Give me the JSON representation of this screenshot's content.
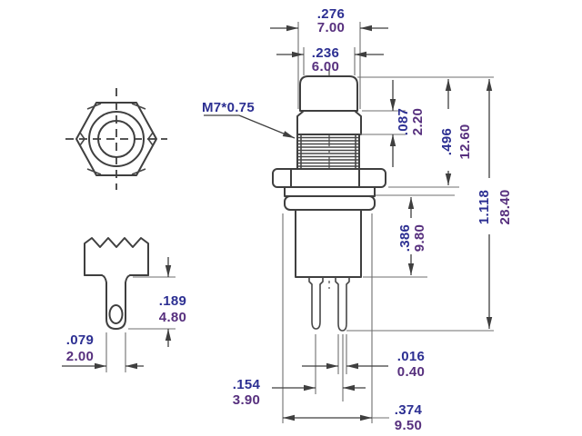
{
  "drawing": {
    "thread_callout": "M7*0.75",
    "units": [
      "inch",
      "mm"
    ],
    "colors": {
      "line": "#3f3f3f",
      "extension_line": "#6f6f6f",
      "inch_text": "#2c2f92",
      "mm_text": "#57307e",
      "background": "#ffffff"
    },
    "dims": {
      "bushing_width": {
        "inch": ".276",
        "mm": "7.00"
      },
      "cap_width": {
        "inch": ".236",
        "mm": "6.00"
      },
      "cap_height": {
        "inch": ".087",
        "mm": "2.20"
      },
      "upper_length": {
        "inch": ".496",
        "mm": "12.60"
      },
      "overall_length": {
        "inch": "1.118",
        "mm": "28.40"
      },
      "body_length": {
        "inch": ".386",
        "mm": "9.80"
      },
      "terminal_length": {
        "inch": ".189",
        "mm": "4.80"
      },
      "terminal_width": {
        "inch": ".079",
        "mm": "2.00"
      },
      "pin_thickness": {
        "inch": ".016",
        "mm": "0.40"
      },
      "pin_spacing": {
        "inch": ".154",
        "mm": "3.90"
      },
      "bezel_width": {
        "inch": ".374",
        "mm": "9.50"
      }
    }
  }
}
